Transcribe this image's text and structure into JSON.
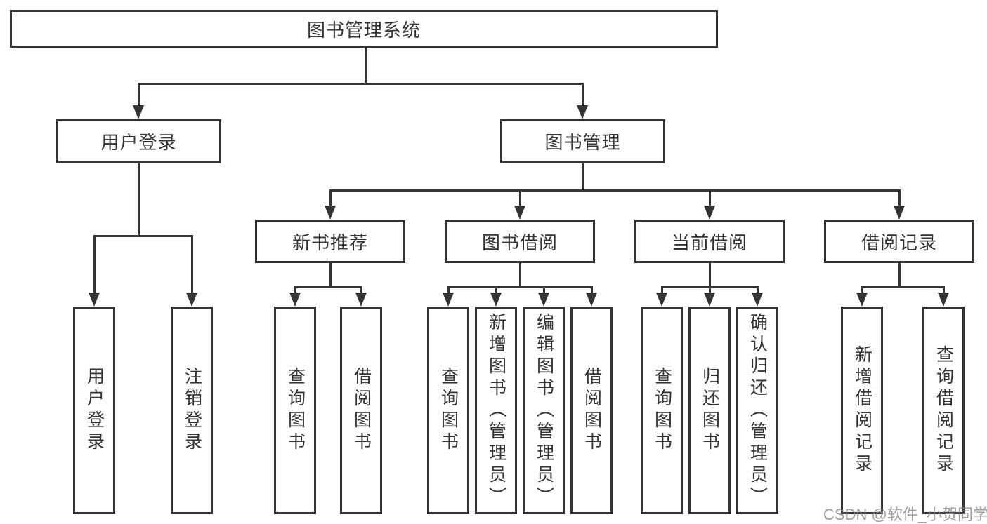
{
  "tree": {
    "label": "图书管理系统",
    "children": [
      {
        "label": "用户登录",
        "children": [
          {
            "label": "用户登录"
          },
          {
            "label": "注销登录"
          }
        ]
      },
      {
        "label": "图书管理",
        "children": [
          {
            "label": "新书推荐",
            "children": [
              {
                "label": "查询图书"
              },
              {
                "label": "借阅图书"
              }
            ]
          },
          {
            "label": "图书借阅",
            "children": [
              {
                "label": "查询图书"
              },
              {
                "label": "新增图书（管理员）"
              },
              {
                "label": "编辑图书（管理员）"
              },
              {
                "label": "借阅图书"
              }
            ]
          },
          {
            "label": "当前借阅",
            "children": [
              {
                "label": "查询图书"
              },
              {
                "label": "归还图书"
              },
              {
                "label": "确认归还（管理员）"
              }
            ]
          },
          {
            "label": "借阅记录",
            "children": [
              {
                "label": "新增借阅记录"
              },
              {
                "label": "查询借阅记录"
              }
            ]
          }
        ]
      }
    ]
  },
  "watermark": {
    "text": "CSDN @软件_小贺同学"
  },
  "colors": {
    "line": "#333333",
    "text": "#333333",
    "box_background": "#ffffff",
    "page_background": "#ffffff",
    "watermark": "#8c8c8c"
  }
}
